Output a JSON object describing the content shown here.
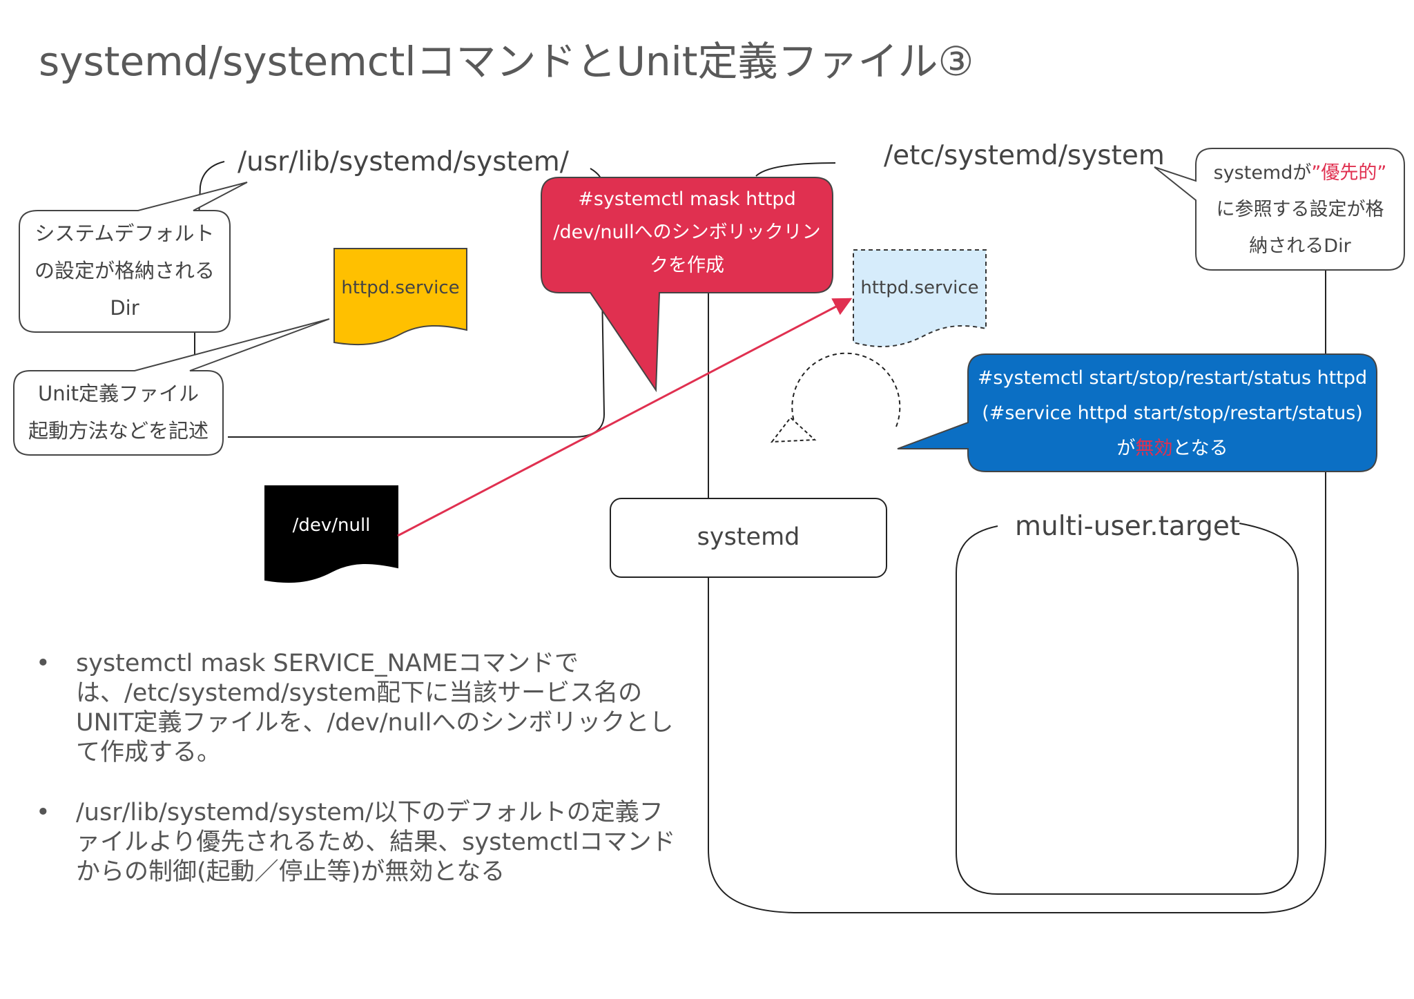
{
  "title": "systemd/systemctlコマンドとUnit定義ファイル③",
  "dirs": {
    "usr_lib": "/usr/lib/systemd/system/",
    "etc": "/etc/systemd/system"
  },
  "callouts": {
    "system_default": [
      "システムデフォルト",
      "の設定が格納される",
      "Dir"
    ],
    "unit_file": [
      "Unit定義ファイル",
      "起動方法などを記述"
    ],
    "etc_priority": {
      "line1_prefix": "systemdが",
      "line1_emph": "”優先的”",
      "line2": "に参照する設定が格",
      "line3": "納されるDir"
    },
    "mask_cmd": [
      "#systemctl mask httpd",
      "/dev/nullへのシンボリックリン",
      "クを作成"
    ],
    "start_cmd": {
      "line1": "#systemctl start/stop/restart/status httpd",
      "line2": "(#service httpd start/stop/restart/status)",
      "line3_prefix": "が",
      "line3_emph": "無効",
      "line3_suffix": "となる"
    }
  },
  "files": {
    "httpd_default": "httpd.service",
    "httpd_etc": "httpd.service",
    "devnull": "/dev/null"
  },
  "boxes": {
    "systemd": "systemd",
    "multi_user": "multi-user.target"
  },
  "bullets": [
    "systemctl mask SERVICE_NAMEコマンドでは、/etc/systemd/system配下に当該サービス名のUNIT定義ファイルを、/dev/nullへのシンボリックとして作成する。",
    "/usr/lib/systemd/system/以下のデフォルトの定義ファイルより優先されるため、結果、systemctlコマンドからの制御(起動／停止等)が無効となる"
  ],
  "bullet_marker": "•",
  "colors": {
    "httpd_default_fill": "#ffc000",
    "httpd_etc_fill": "#d6ecfb",
    "mask_callout": "#e03050",
    "start_callout": "#0b6fc4",
    "arrow": "#e03050",
    "devnull_fill": "#000000"
  }
}
